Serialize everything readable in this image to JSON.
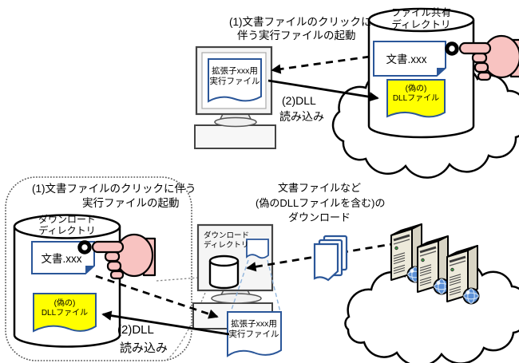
{
  "top": {
    "step1_line1": "(1)文書ファイルのクリックに",
    "step1_line2": "伴う実行ファイルの起動",
    "step2_line1": "(2)DLL",
    "step2_line2": "読み込み",
    "directory_label_line1": "ファイル共有",
    "directory_label_line2": "ディレクトリ",
    "document_file": "文書.xxx",
    "fake_dll_line1": "(偽の)",
    "fake_dll_line2": "DLLファイル",
    "executable_line1": "拡張子xxx用",
    "executable_line2": "実行ファイル"
  },
  "bottom": {
    "step1_line1": "(1)文書ファイルのクリックに伴う",
    "step1_line2": "実行ファイルの起動",
    "step2_line1": "(2)DLL",
    "step2_line2": "読み込み",
    "directory_label_line1": "ダウンロード",
    "directory_label_line2": "ディレクトリ",
    "document_file": "文書.xxx",
    "fake_dll_line1": "(偽の)",
    "fake_dll_line2": "DLLファイル",
    "screen_directory_line1": "ダウンロード",
    "screen_directory_line2": "ディレクトリ",
    "executable_line1": "拡張子xxx用",
    "executable_line2": "実行ファイル",
    "download_note_line1": "文書ファイルなど",
    "download_note_line2": "(偽のDLLファイルを含む)の",
    "download_note_line3": "ダウンロード"
  },
  "colors": {
    "doc_border": "#2a5699",
    "fake_dll_fill": "#ffff00",
    "hand_fill": "#f8c3c1",
    "callout_blue": "#8fb4dc",
    "dotted_gray": "#888888",
    "arrow_black": "#000000"
  }
}
